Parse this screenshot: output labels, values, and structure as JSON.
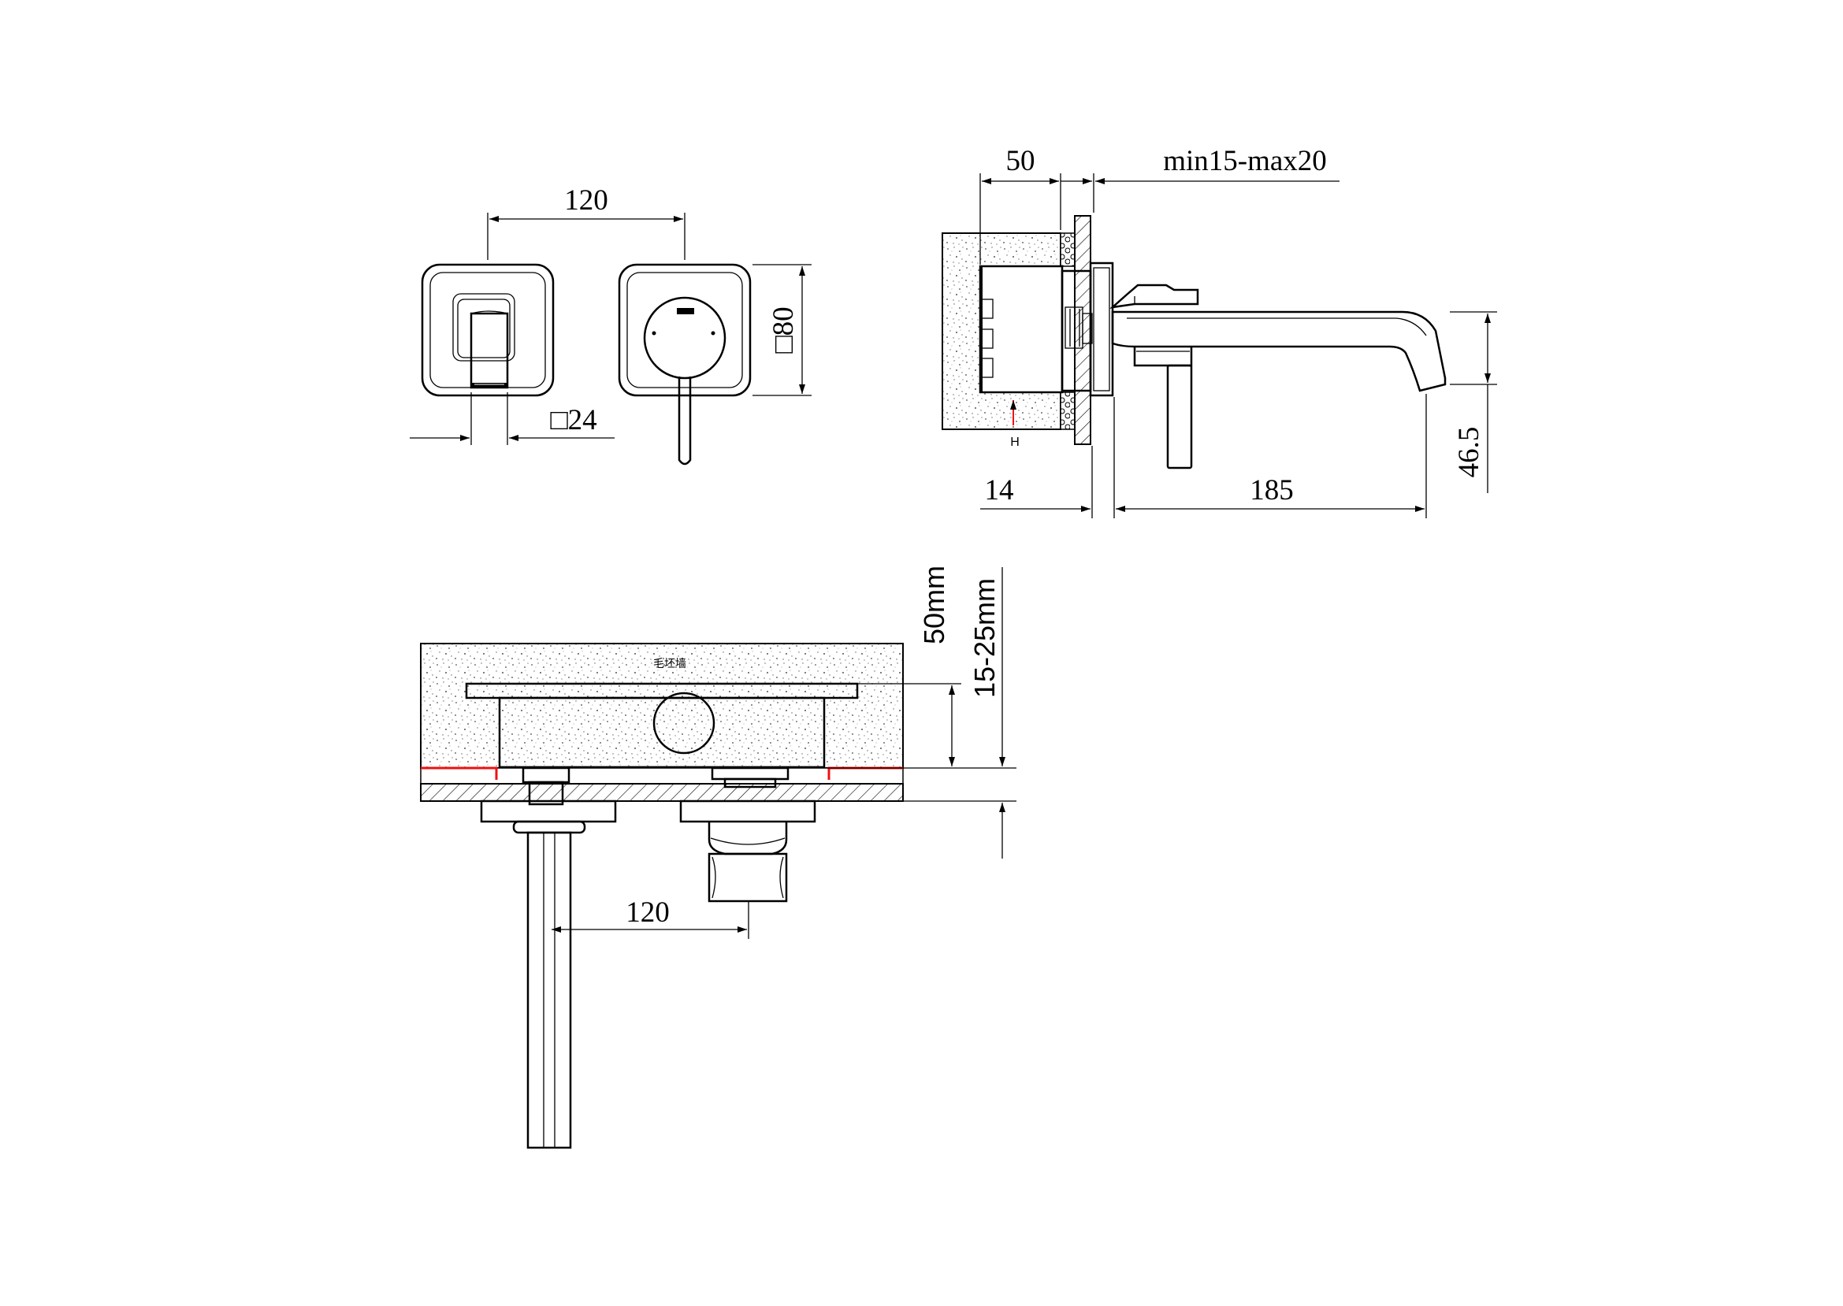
{
  "front_view": {
    "spacing_label": "120",
    "outlet_size_label": "□24",
    "plate_size_label": "□80"
  },
  "side_view": {
    "depth_label": "50",
    "wall_label": "min15-max20",
    "offset_label": "14",
    "projection_label": "185",
    "height_label": "46.5",
    "inlet_label": "H"
  },
  "install_view": {
    "wall_text": "毛坯墙",
    "depth_label": "50mm",
    "finish_label": "15-25mm",
    "spacing_label": "120"
  },
  "colors": {
    "line": "#000000",
    "highlight": "#e11111",
    "fill": "#ffffff"
  }
}
